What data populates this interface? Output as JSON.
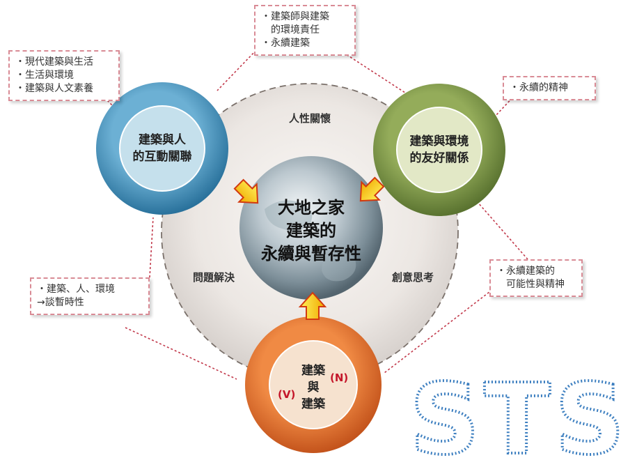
{
  "center": {
    "line1": "大地之家",
    "line2": "建築的",
    "line3": "永續與暫存性"
  },
  "themes": {
    "top": "人性關懷",
    "left": "問題解決",
    "right": "創意思考"
  },
  "rings": {
    "blue": {
      "line1": "建築與人",
      "line2": "的互動關聯",
      "color": "#3b89b3"
    },
    "green": {
      "line1": "建築與環境",
      "line2": "的友好關係",
      "color": "#6f8b3c"
    },
    "orange": {
      "line1": "建築",
      "line2": "與",
      "line3": "建築",
      "mark_n": "(N)",
      "mark_v": "(V)",
      "color": "#e06a26"
    }
  },
  "notes": {
    "top_left": [
      "・現代建築與生活",
      "・生活與環境",
      "・建築與人文素養"
    ],
    "top_center": [
      "・建築師與建築",
      "　的環境責任",
      "・永續建築"
    ],
    "right_top": [
      "・永續的精神"
    ],
    "left_bottom": [
      "・建築、人、環境",
      "→談暫時性"
    ],
    "right_bottom": [
      "・永續建築的",
      "　可能性與精神"
    ]
  },
  "logo_text": "STS"
}
